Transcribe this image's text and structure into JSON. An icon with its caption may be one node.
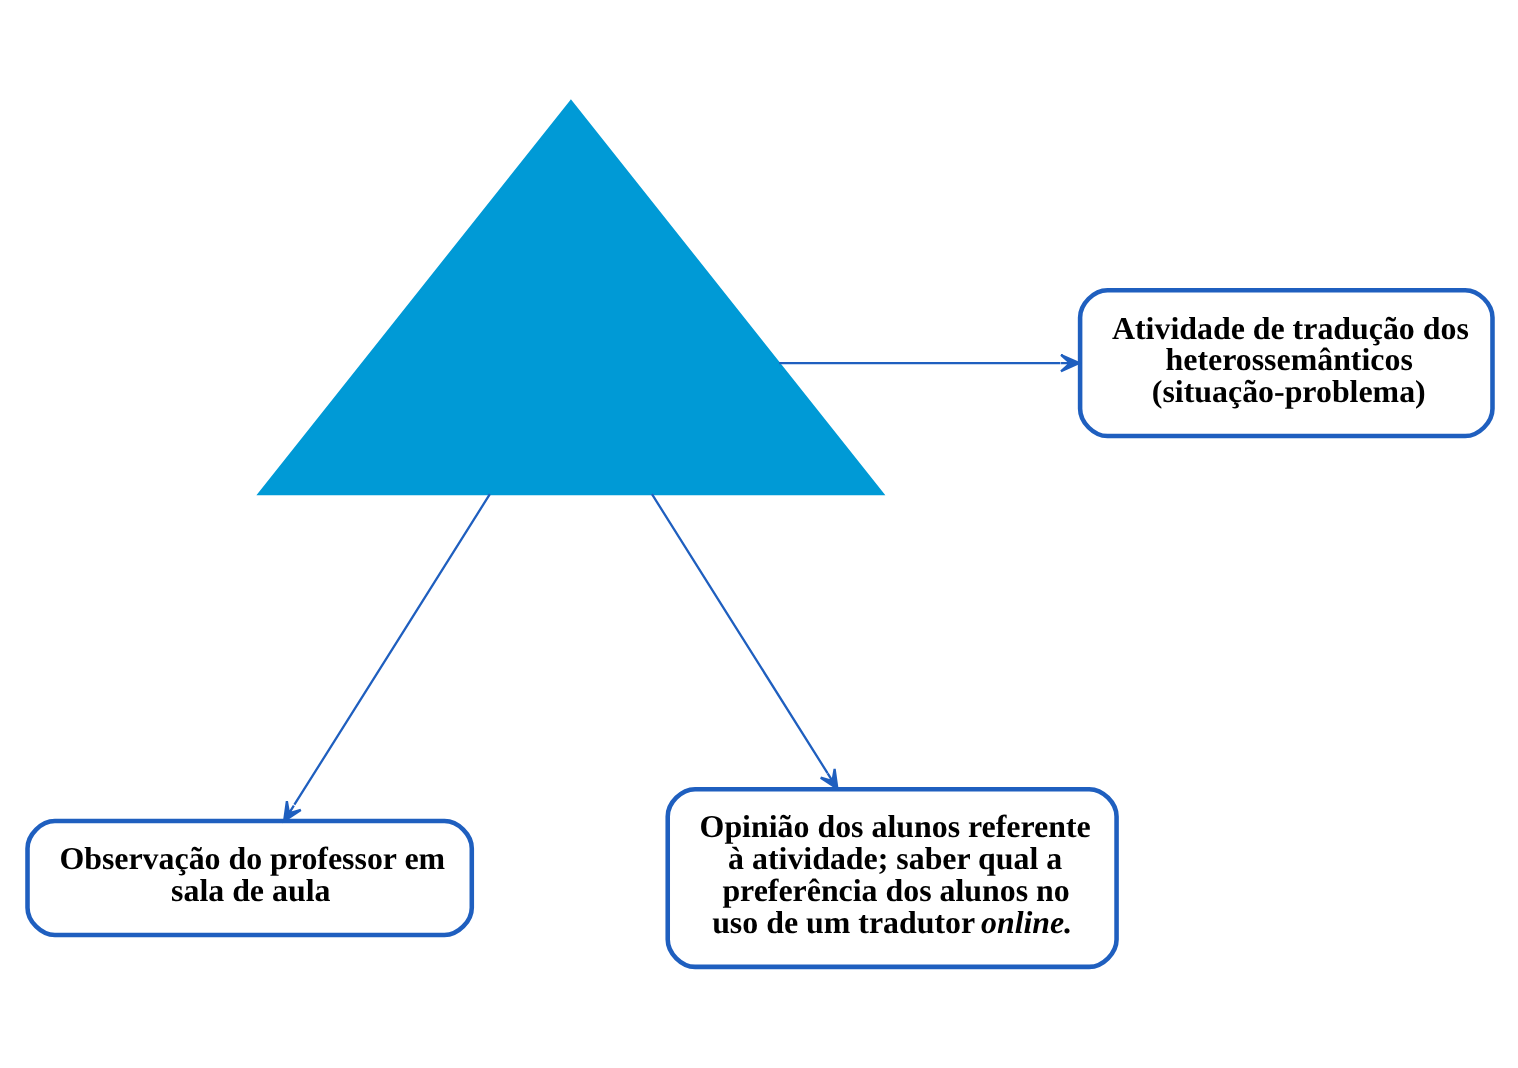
{
  "diagram": {
    "nodes": [
      {
        "text": [],
        "shape": "triangle"
      },
      {
        "text": [
          "Atividade de tradução dos heterossemânticos (situação-problema)"
        ]
      },
      {
        "text": [
          "Observação do professor em sala de aula"
        ]
      },
      {
        "text": [
          "Opinião dos alunos referente à atividade; saber qual a preferência dos alunos no uso de um tradutor *online*."
        ]
      }
    ],
    "edges": [
      {
        "from": 0,
        "to": 1,
        "arrow": "to"
      },
      {
        "from": 0,
        "to": 2,
        "arrow": "to"
      },
      {
        "from": 0,
        "to": 3,
        "arrow": "to"
      }
    ]
  }
}
